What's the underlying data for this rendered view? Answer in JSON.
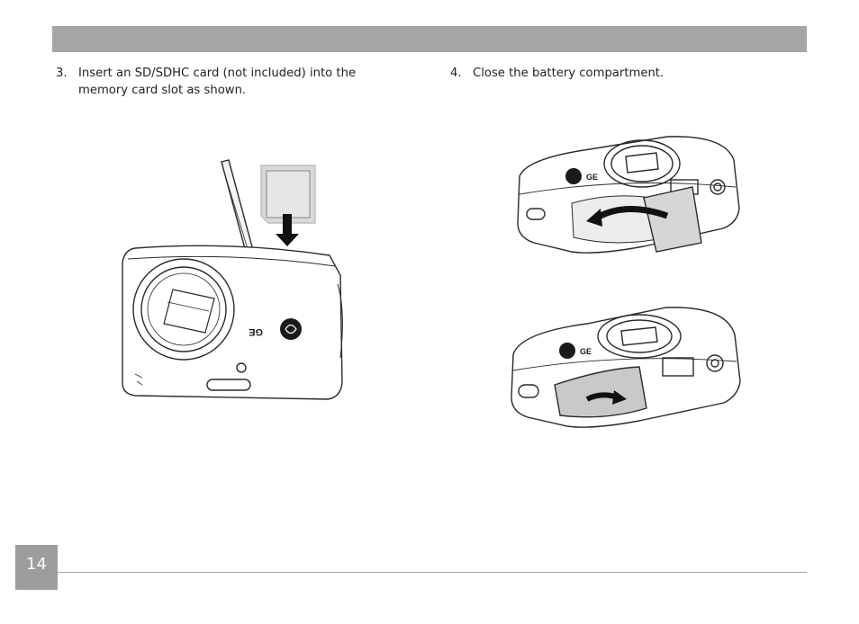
{
  "steps": [
    {
      "number": "3.",
      "text": "Insert an SD/SDHC card (not included) into the memory card slot as shown."
    },
    {
      "number": "4.",
      "text": "Close the battery compartment."
    }
  ],
  "camera_brand": "GE",
  "page_number": "14",
  "colors": {
    "header_bar": "#a7a5a6",
    "page_box": "#9e9c9d",
    "line_art": "#2a2a2a",
    "door_fill": "#c9c9c9"
  }
}
